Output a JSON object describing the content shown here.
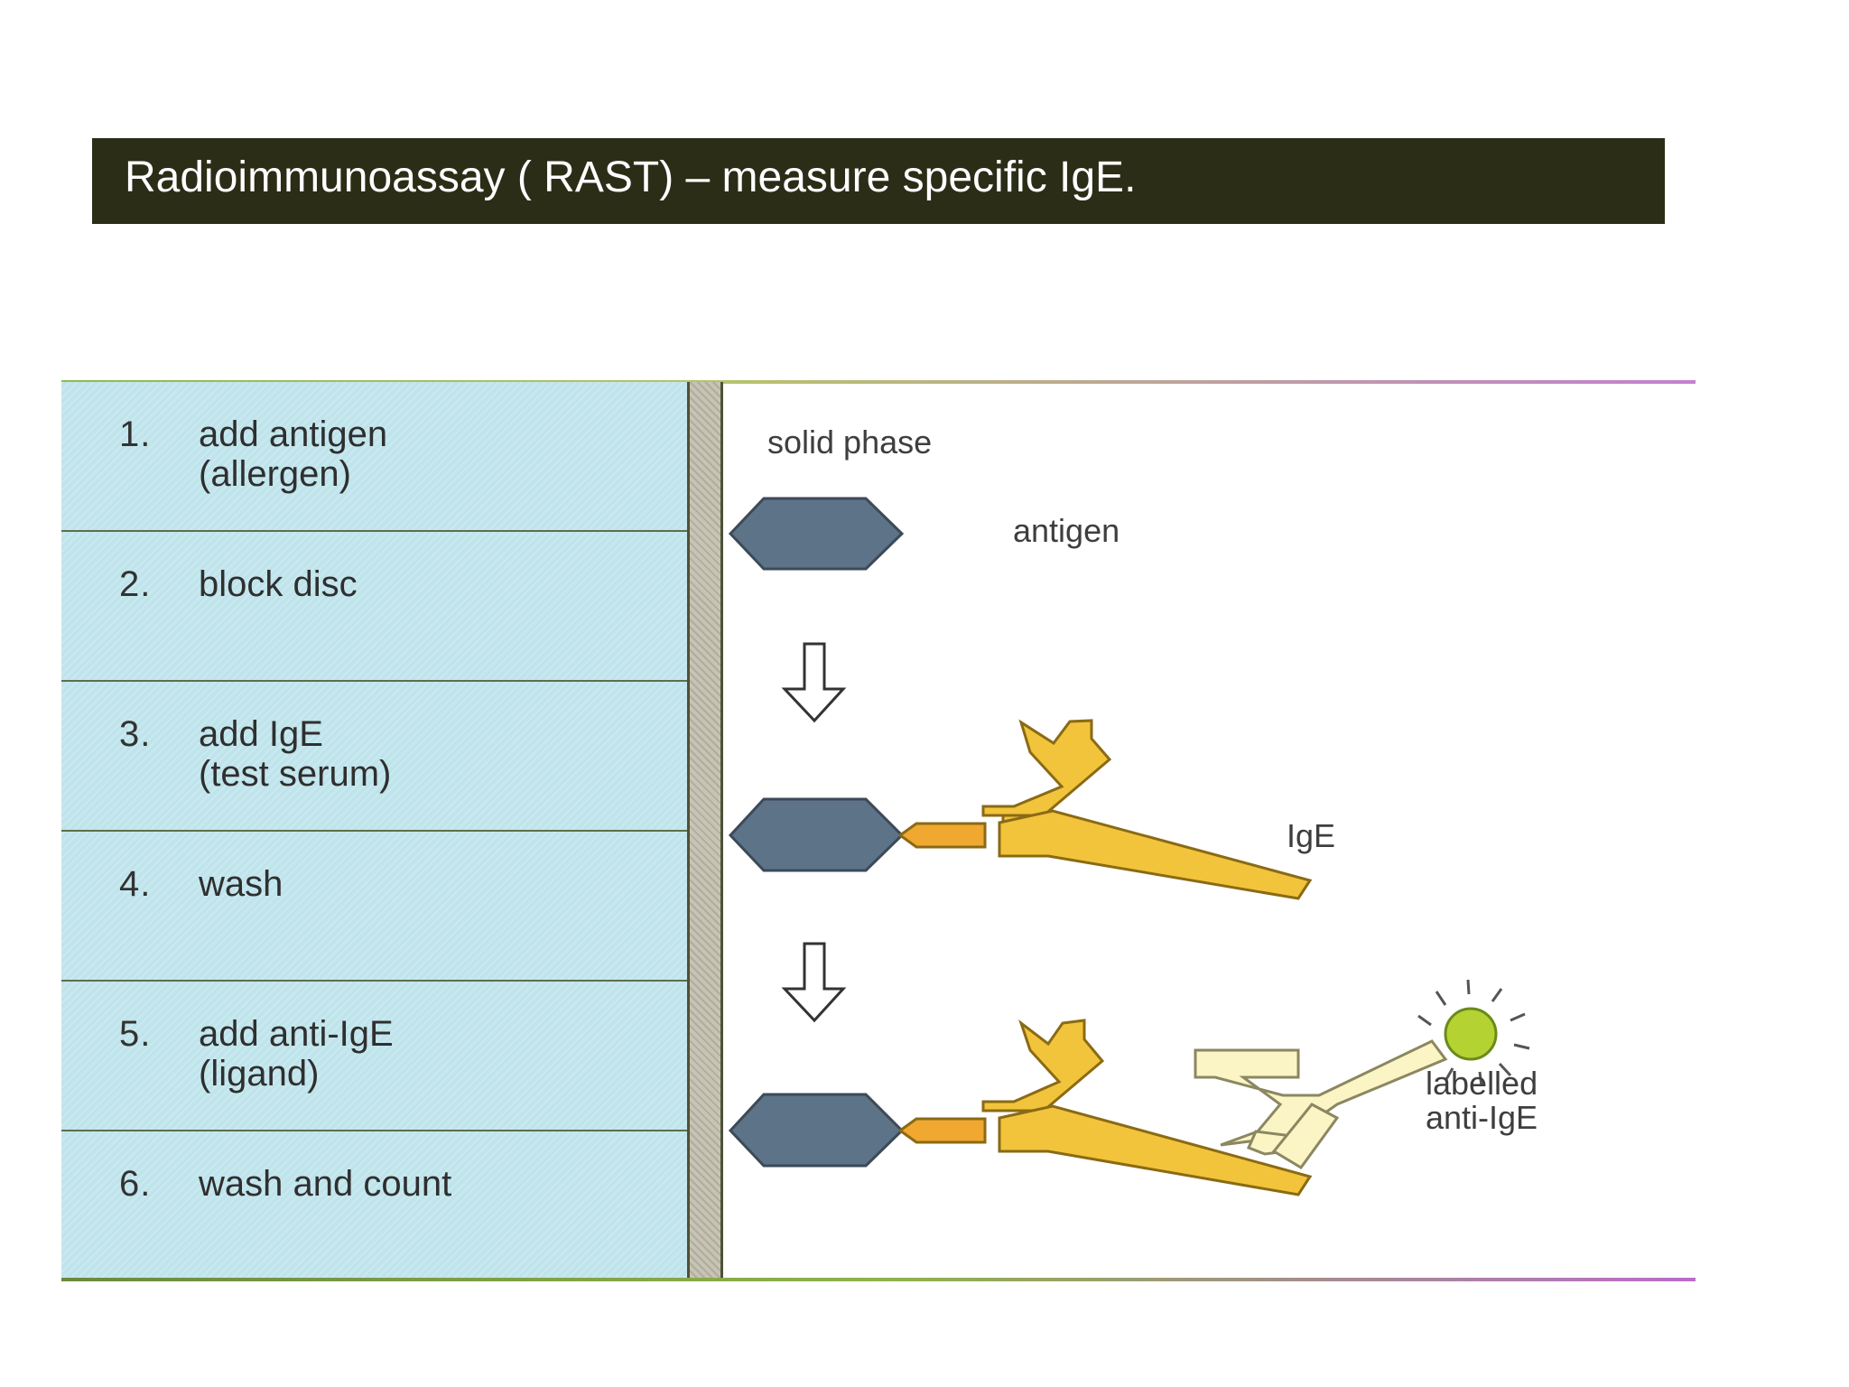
{
  "title": "Radioimmunoassay ( RAST) – measure specific IgE.",
  "steps": [
    {
      "num": "1.",
      "text": "add antigen\n(allergen)"
    },
    {
      "num": "2.",
      "text": "block disc"
    },
    {
      "num": "3.",
      "text": "add IgE\n(test serum)"
    },
    {
      "num": "4.",
      "text": "wash"
    },
    {
      "num": "5.",
      "text": "add anti-IgE\n(ligand)"
    },
    {
      "num": "6.",
      "text": "wash and count"
    }
  ],
  "labels": {
    "solid_phase": "solid phase",
    "antigen": "antigen",
    "ige": "IgE",
    "labelled_anti_ige": "labelled\nanti-IgE"
  },
  "colors": {
    "title_bg": "#2b2d17",
    "step_panel": "#bfe4ec",
    "antigen": "#5d7388",
    "ige": "#f2c43c",
    "anti_ige": "#fbf5c6",
    "label_marker": "#b5d233"
  }
}
